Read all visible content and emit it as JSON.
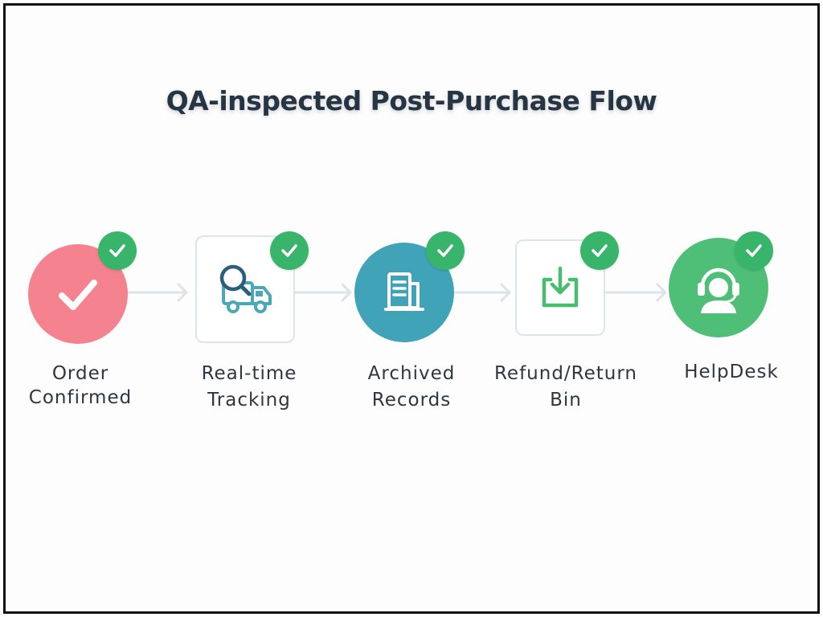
{
  "title": "QA-inspected Post-Purchase Flow",
  "steps": [
    {
      "label_lines": [
        "Order",
        "Confirmed"
      ],
      "icon": "check-icon",
      "shape": "circle",
      "color": "#f5828f",
      "status": "verified"
    },
    {
      "label_lines": [
        "Real-time",
        "Tracking"
      ],
      "icon": "truck-search-icon",
      "shape": "square",
      "color": "#4aa8b8",
      "status": "verified"
    },
    {
      "label_lines": [
        "Archived",
        "Records"
      ],
      "icon": "document-icon",
      "shape": "circle",
      "color": "#40a3b8",
      "status": "verified"
    },
    {
      "label_lines": [
        "Refund/Return",
        "Bin"
      ],
      "icon": "download-tray-icon",
      "shape": "square",
      "color": "#48bd6f",
      "status": "verified"
    },
    {
      "label_lines": [
        "HelpDesk"
      ],
      "icon": "headset-agent-icon",
      "shape": "circle",
      "color": "#4fbf78",
      "status": "verified"
    }
  ],
  "colors": {
    "title": "#263544",
    "badge": "#38b56a",
    "connector": "#dce4ea",
    "label": "#2f3640"
  }
}
